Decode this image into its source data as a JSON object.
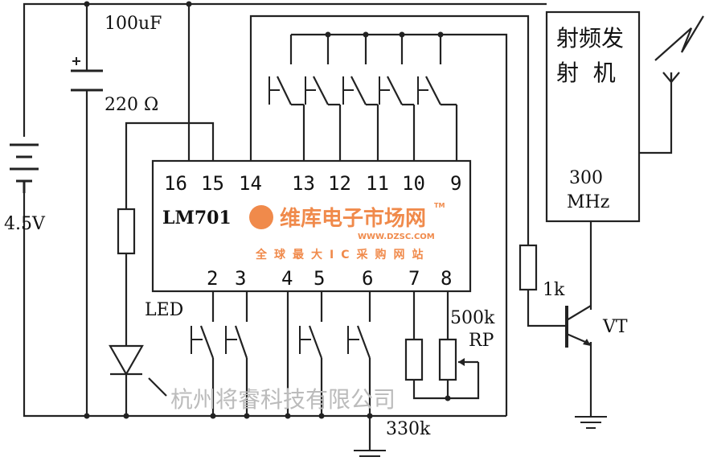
{
  "labels": {
    "capacitor": "100uF",
    "resistor_led": "220 Ω",
    "battery": "4.5V",
    "led": "LED",
    "ic": "LM701",
    "resistor_base": "1k",
    "potentiometer_value": "500k",
    "potentiometer": "RP",
    "resistor_bottom": "330k",
    "transistor": "VT",
    "transmitter_line1": "射频发",
    "transmitter_line2": "射  机",
    "frequency_line1": "300",
    "frequency_line2": "MHz"
  },
  "pins_top": [
    "16",
    "15",
    "14",
    "13",
    "12",
    "11",
    "10",
    "9"
  ],
  "pins_bottom": [
    "2",
    "3",
    "4",
    "5",
    "6",
    "7",
    "8"
  ],
  "watermark": {
    "company": "杭州将睿科技有限公司",
    "brand": "维库电子市场网",
    "url": "WWW.DZSC.COM",
    "slogan": "全球最大IC采购网站",
    "tm": "TM"
  }
}
